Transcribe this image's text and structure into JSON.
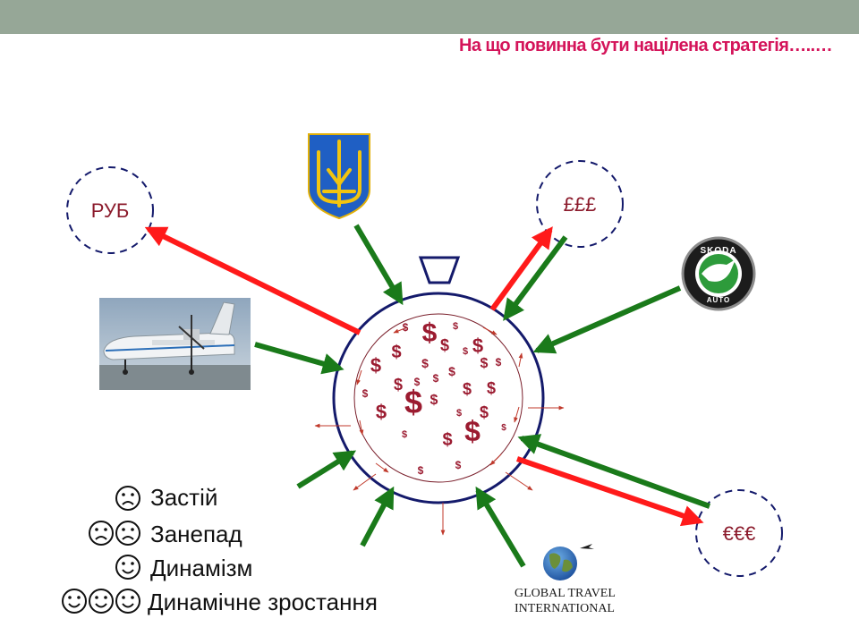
{
  "title": "На що повинна бути націлена стратегія…..…",
  "colors": {
    "title": "#d4145a",
    "inflow_arrow": "#1a7a1a",
    "outflow_arrow": "#ff1a1a",
    "currency_text": "#8b1a2b",
    "dollar": "#9b1b30",
    "circle_stroke": "#141a6b",
    "band": "#96a797"
  },
  "currencies": {
    "rub": "РУБ",
    "gbp": "£££",
    "eur": "€€€"
  },
  "icons": {
    "ukraine": "ukraine-coat-of-arms-icon",
    "skoda": "skoda-logo-icon",
    "airplane": "airplane-photo",
    "gti": "global-travel-logo-icon"
  },
  "skoda_label": "SKODA",
  "skoda_auto": "AUTO",
  "gti_line1": "GLOBAL TRAVEL",
  "gti_line2": "INTERNATIONAL",
  "legend": [
    {
      "faces": [
        "sad"
      ],
      "label": "Застій"
    },
    {
      "faces": [
        "sad",
        "sad"
      ],
      "label": "Занепад"
    },
    {
      "faces": [
        "smile"
      ],
      "label": "Динамізм"
    },
    {
      "faces": [
        "smile",
        "smile",
        "smile"
      ],
      "label": "Динамічне зростання"
    }
  ],
  "dollar_symbol": "$"
}
